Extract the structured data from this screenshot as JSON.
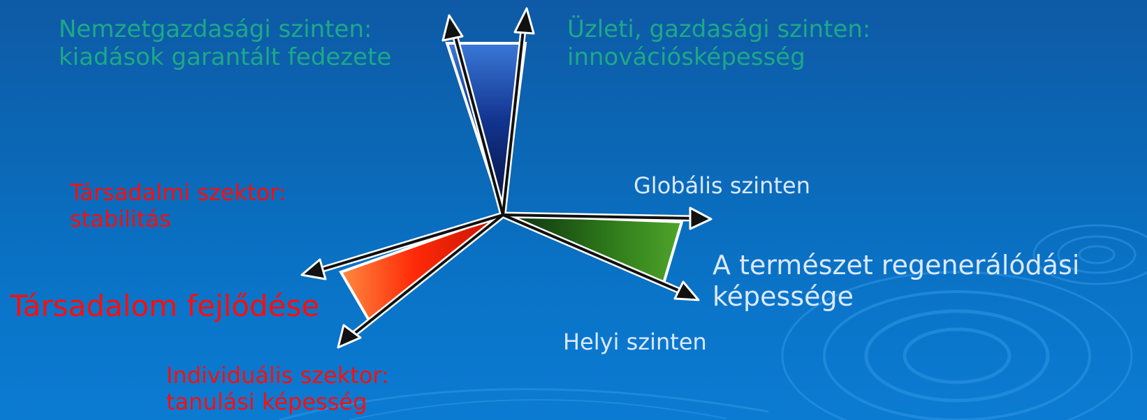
{
  "labels": {
    "national_level": [
      "Nemzetgazdasági szinten:",
      "kiadások garantált fedezete"
    ],
    "business_level": [
      "Üzleti, gazdasági szinten:",
      "innovációsképesség"
    ],
    "social_sector": [
      "Társadalmi szektor:",
      "stabilitás"
    ],
    "society_development": "Társadalom fejlődése",
    "individual_sector": [
      "Individuális szektor:",
      "tanulási képesség"
    ],
    "global_level": "Globális szinten",
    "nature_regeneration": [
      "A természet regenerálódási",
      "képessége"
    ],
    "local_level": "Helyi szinten"
  },
  "colors": {
    "background": "#0b6ab8",
    "blue_wedge": "#1a4fb8",
    "green_wedge": "#3d8a1e",
    "red_wedge": "#ff3b10",
    "arrow": "#111111",
    "green_text": "#1da987",
    "red_text": "#ff0d0d",
    "light_text": "#dbe9ff"
  }
}
